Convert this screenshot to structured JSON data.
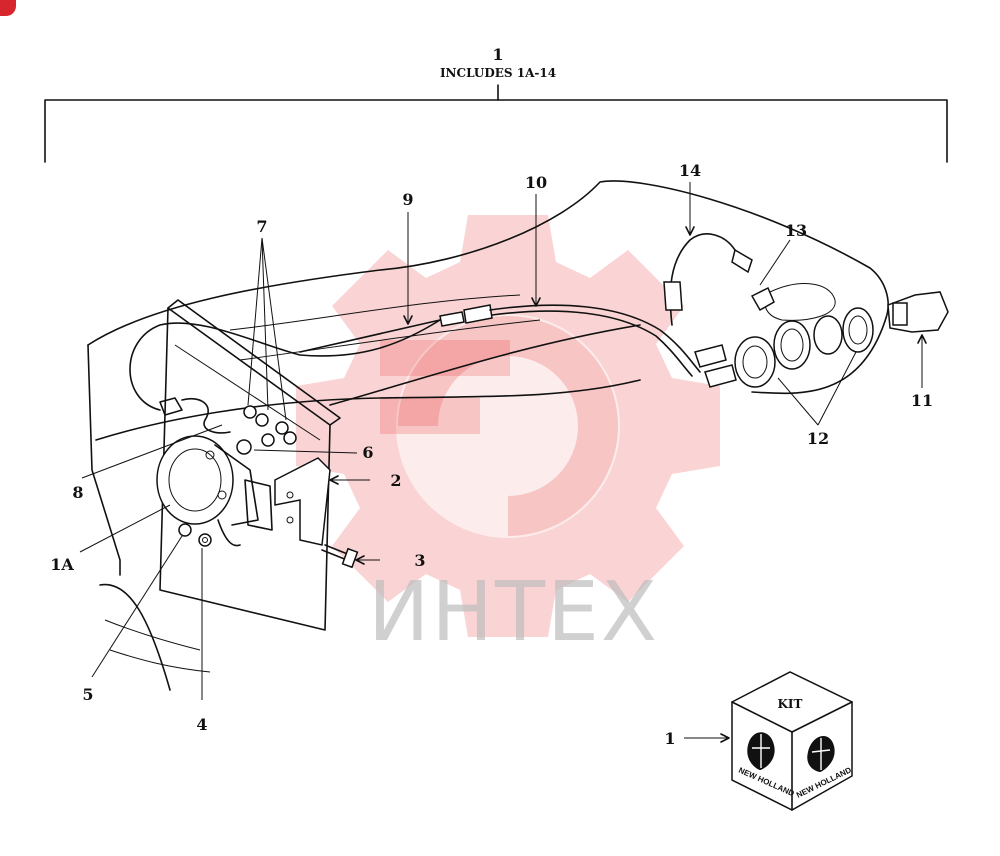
{
  "header": {
    "main_callout": "1",
    "includes_text": "INCLUDES 1A-14"
  },
  "callouts": {
    "c1A": "1A",
    "c2": "2",
    "c3": "3",
    "c4": "4",
    "c5": "5",
    "c6": "6",
    "c7": "7",
    "c8": "8",
    "c9": "9",
    "c10": "10",
    "c11": "11",
    "c12": "12",
    "c13": "13",
    "c14": "14"
  },
  "kit": {
    "callout": "1",
    "label": "KIT",
    "brand_left": "NEW HOLLAND",
    "brand_right": "NEW HOLLAND"
  },
  "watermark": {
    "text": "ИНТЕХ",
    "color": "#e83a3a"
  },
  "colors": {
    "ink": "#111111",
    "badge": "#d7262e"
  }
}
